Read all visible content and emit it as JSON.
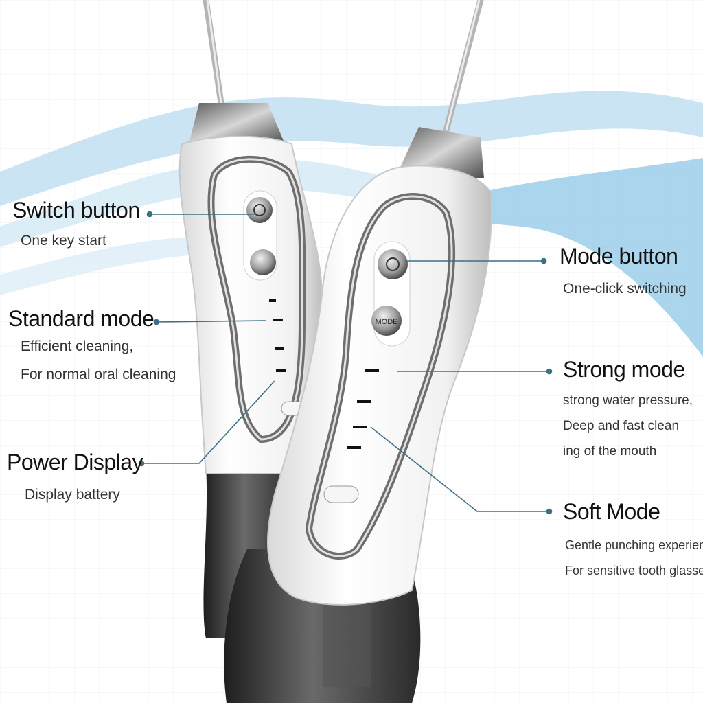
{
  "callouts": {
    "switch_button": {
      "title": "Switch button",
      "desc": [
        "One key start"
      ]
    },
    "standard_mode": {
      "title": "Standard mode",
      "desc": [
        "Efficient cleaning,",
        "For normal oral cleaning"
      ]
    },
    "power_display": {
      "title": "Power Display",
      "desc": [
        "Display battery"
      ]
    },
    "mode_button": {
      "title": "Mode button",
      "desc": [
        "One-click switching"
      ]
    },
    "strong_mode": {
      "title": "Strong mode",
      "desc": [
        "strong water pressure,",
        "Deep and fast clean",
        "ing of the mouth"
      ]
    },
    "soft_mode": {
      "title": "Soft Mode",
      "desc": [
        "Gentle punching experience",
        "For sensitive tooth glasses"
      ]
    }
  },
  "device": {
    "mode_key_label": "MODE"
  },
  "colors": {
    "leader_line": "#3d6f86",
    "wave": "#8cc4e4",
    "body": "#f4f4f4",
    "chrome": "#9a9a9a",
    "tank": "#3a3a3a",
    "grid": "#eef2f6"
  }
}
